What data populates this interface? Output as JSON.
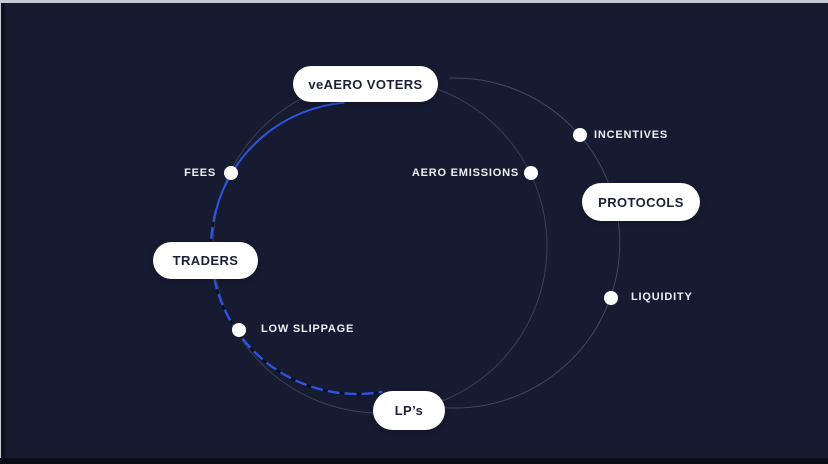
{
  "colors": {
    "background": "#161b31",
    "edge_top": "#c7cad3",
    "edge_left": "#0d1020",
    "edge_bottom": "#0b0d17",
    "pill_background": "#ffffff",
    "pill_text": "#1a2138",
    "satellite_text": "#edeff4",
    "ring_blue": "#2f55e0",
    "ring_faint": "#aab4cf"
  },
  "diagram": {
    "pills": [
      {
        "id": "veaero-voters",
        "label": "veAERO VOTERS"
      },
      {
        "id": "protocols",
        "label": "PROTOCOLS"
      },
      {
        "id": "traders",
        "label": "TRADERS"
      },
      {
        "id": "lps",
        "label": "LP’s"
      }
    ],
    "satellites": [
      {
        "id": "fees",
        "label": "FEES",
        "label_side": "left"
      },
      {
        "id": "incentives",
        "label": "INCENTIVES",
        "label_side": "right"
      },
      {
        "id": "aero-emissions",
        "label": "AERO EMISSIONS",
        "label_side": "left"
      },
      {
        "id": "liquidity",
        "label": "LIQUIDITY",
        "label_side": "right"
      },
      {
        "id": "low-slippage",
        "label": "LOW SLIPPAGE",
        "label_side": "right"
      }
    ],
    "rings": [
      {
        "name": "traders-cycle",
        "style": "blue, solid on top, dashed on bottom",
        "nodes": [
          "veAERO VOTERS",
          "FEES",
          "TRADERS",
          "LOW SLIPPAGE",
          "LP’s"
        ]
      },
      {
        "name": "emissions-cycle",
        "style": "faint thin line",
        "nodes": [
          "veAERO VOTERS",
          "AERO EMISSIONS",
          "LP’s"
        ]
      },
      {
        "name": "protocols-cycle",
        "style": "faint thin line",
        "nodes": [
          "veAERO VOTERS",
          "INCENTIVES",
          "PROTOCOLS",
          "LIQUIDITY",
          "LP’s"
        ]
      }
    ]
  }
}
